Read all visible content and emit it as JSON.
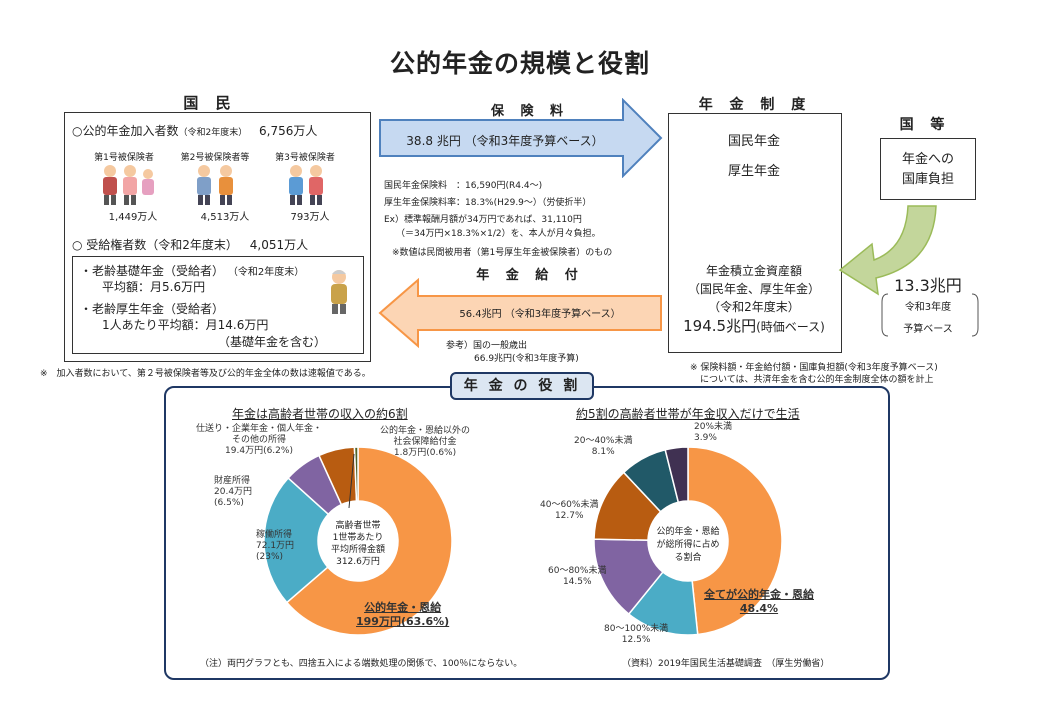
{
  "title": "公的年金の規模と役割",
  "kokumin": {
    "header": "国 民",
    "enrollees_label": "○公的年金加入者数",
    "enrollees_date": "（令和2年度末）",
    "enrollees_value": "6,756万人",
    "categories": [
      {
        "label": "第1号被保険者",
        "value": "1,449万人"
      },
      {
        "label": "第2号被保険者等",
        "value": "4,513万人"
      },
      {
        "label": "第3号被保険者",
        "value": "793万人"
      }
    ],
    "recipients_label": "○ 受給権者数（令和2年度末）",
    "recipients_value": "4,051万人",
    "basic_label": "・老齢基礎年金（受給者）",
    "basic_date": "（令和2年度末）",
    "basic_avg": "平均額：月5.6万円",
    "welfare_label": "・老齢厚生年金（受給者）",
    "welfare_avg": "1人あたり平均額：月14.6万円",
    "welfare_note": "（基礎年金を含む）"
  },
  "footnote_left": "※　加入者数において、第２号被保険者等及び公的年金全体の数は速報値である。",
  "premium": {
    "header": "保 険 料",
    "arrow_text": "38.8 兆円 （令和3年度予算ベース）",
    "lines": [
      "国民年金保険料　：16,590円(R4.4～)",
      "厚生年金保険料率：18.3%(H29.9～）（労使折半）",
      "Ex）標準報酬月額が34万円であれば、31,110円",
      "（＝34万円×18.3%×1/2）を、本人が月々負担。",
      "※数値は民間被用者（第1号厚生年金被保険者）のもの"
    ]
  },
  "benefit": {
    "header": "年 金 給 付",
    "arrow_text": "56.4兆円 （令和3年度予算ベース）",
    "ref_line1": "参考）国の一般歳出",
    "ref_line2": "66.9兆円(令和3年度予算)"
  },
  "system": {
    "header": "年 金 制 度",
    "item1": "国民年金",
    "item2": "厚生年金",
    "asset_line1": "年金積立金資産額",
    "asset_line2": "（国民年金、厚生年金）",
    "asset_line3": "（令和2年度末）",
    "asset_value": "194.5兆円",
    "asset_value_note": "(時価ベース)",
    "note1": "※ 保険料額・年金給付額・国庫負担額(令和3年度予算ベース)",
    "note2": "については、共済年金を含む公的年金制度全体の額を計上"
  },
  "state": {
    "header": "国 等",
    "box_line1": "年金への",
    "box_line2": "国庫負担",
    "amount": "13.3兆円",
    "amount_note1": "令和3年度",
    "amount_note2": "予算ベース"
  },
  "role": {
    "header": "年 金 の 役 割",
    "note_left": "（注）両円グラフとも、四捨五入による端数処理の関係で、100％にならない。",
    "note_right": "（資料）2019年国民生活基礎調査　（厚生労働省）"
  },
  "chart_data": [
    {
      "type": "pie",
      "title": "年金は高齢者世帯の収入の約6割",
      "center_lines": [
        "高齢者世帯",
        "1世帯あたり",
        "平均所得金額",
        "312.6万円"
      ],
      "slices": [
        {
          "name": "公的年金・恩給",
          "amount": "199万円",
          "value": 63.6,
          "color": "#F79646"
        },
        {
          "name": "稼働所得",
          "amount": "72.1万円",
          "value": 23.0,
          "color": "#4BACC6"
        },
        {
          "name": "財産所得",
          "amount": "20.4万円",
          "value": 6.5,
          "color": "#8064A2"
        },
        {
          "name": "仕送り・企業年金・個人年金・その他の所得",
          "amount": "19.4万円",
          "value": 6.2,
          "color": "#B85C11"
        },
        {
          "name": "公的年金・恩給以外の社会保障給付金",
          "amount": "1.8万円",
          "value": 0.6,
          "color": "#4F6228"
        }
      ],
      "labels": {
        "main_l1": "公的年金・恩給",
        "main_l2": "199万円(63.6%)",
        "work_l1": "稼働所得",
        "work_l2": "72.1万円",
        "work_l3": "(23%)",
        "prop_l1": "財産所得",
        "prop_l2": "20.4万円",
        "prop_l3": "(6.5%)",
        "other_l1": "仕送り・企業年金・個人年金・",
        "other_l2": "その他の所得",
        "other_l3": "19.4万円(6.2%)",
        "ss_l1": "公的年金・恩給以外の",
        "ss_l2": "社会保障給付金",
        "ss_l3": "1.8万円(0.6%)"
      }
    },
    {
      "type": "pie",
      "title": "約5割の高齢者世帯が年金収入だけで生活",
      "center_lines": [
        "公的年金・恩給",
        "が総所得に占め",
        "る割合"
      ],
      "slices": [
        {
          "name": "全てが公的年金・恩給",
          "value": 48.4,
          "color": "#F79646"
        },
        {
          "name": "80～100%未満",
          "value": 12.5,
          "color": "#4BACC6"
        },
        {
          "name": "60～80%未満",
          "value": 14.5,
          "color": "#8064A2"
        },
        {
          "name": "40～60%未満",
          "value": 12.7,
          "color": "#B85C11"
        },
        {
          "name": "20～40%未満",
          "value": 8.1,
          "color": "#215968"
        },
        {
          "name": "20%未満",
          "value": 3.9,
          "color": "#403152"
        }
      ],
      "labels": {
        "all_l1": "全てが公的年金・恩給",
        "all_l2": "48.4%",
        "r80_l1": "80～100%未満",
        "r80_l2": "12.5%",
        "r60_l1": "60～80%未満",
        "r60_l2": "14.5%",
        "r40_l1": "40～60%未満",
        "r40_l2": "12.7%",
        "r20_l1": "20～40%未満",
        "r20_l2": "8.1%",
        "r0_l1": "20%未満",
        "r0_l2": "3.9%"
      }
    }
  ]
}
